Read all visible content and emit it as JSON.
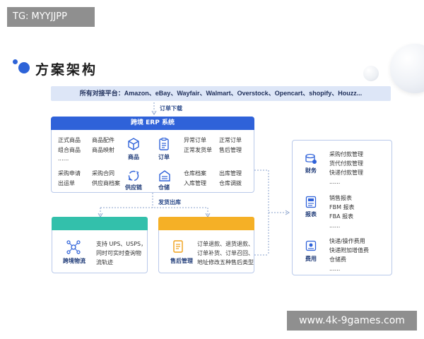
{
  "watermark_top": "TG: MYYJJPP",
  "watermark_bottom": "www.4k-9games.com",
  "title": "方案架构",
  "platforms": "所有对接平台：Amazon、eBay、Wayfair、Walmart、Overstock、Opencart、shopify、Houzz...",
  "order_download": "订单下载",
  "ship_out": "发货出库",
  "erp": {
    "title": "跨境 ERP 系统",
    "products": {
      "items": [
        "正式商品",
        "商品配件",
        "组合商品",
        "商品映射",
        "......"
      ],
      "label": "商品"
    },
    "orders": {
      "items": [
        "异常订单",
        "正常订单",
        "正常发货单",
        "售后管理"
      ],
      "label": "订单"
    },
    "supply": {
      "items": [
        "采购申请",
        "采购合同",
        "出运单",
        "供应商档案"
      ],
      "label": "供应链"
    },
    "warehouse": {
      "items": [
        "仓库档案",
        "出库管理",
        "入库管理",
        "仓库调拨"
      ],
      "label": "仓储"
    }
  },
  "logistics": {
    "label": "跨境物流",
    "lines": [
      "支持 UPS、USPS，",
      "同时可实时查询物",
      "流轨迹"
    ]
  },
  "aftersales": {
    "label": "售后管理",
    "lines": [
      "订单退款、退货退款、",
      "订单补货、订单召回、",
      "地址修改五种售后类型"
    ]
  },
  "finance": {
    "label": "财务",
    "items": [
      "采购付款管理",
      "货代付款管理",
      "快递付款管理",
      "......"
    ]
  },
  "reports": {
    "label": "报表",
    "items": [
      "销售报表",
      "FBM 报表",
      "FBA 报表",
      "......"
    ]
  },
  "fees": {
    "label": "费用",
    "items": [
      "快递/操作费用",
      "快递附加增值费",
      "仓储费",
      "......"
    ]
  },
  "colors": {
    "primary": "#2f62d9",
    "logistics": "#33c0ab",
    "aftersales": "#f5b026",
    "platform_bar": "#dde6f7"
  }
}
